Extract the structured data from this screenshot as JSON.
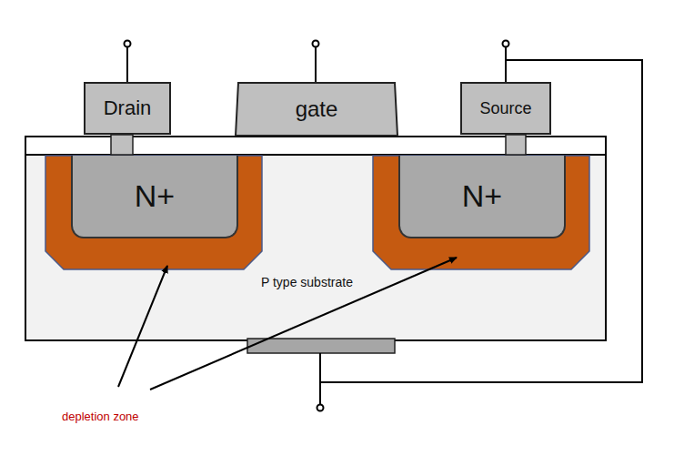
{
  "diagram": {
    "nodes": [
      {
        "text": [
          "Drain"
        ]
      },
      {
        "text": [
          "gate"
        ]
      },
      {
        "text": [
          "Source"
        ]
      },
      {
        "text": [
          "P type substrate"
        ]
      },
      {
        "text": [
          "N+"
        ],
        "in": 3
      },
      {
        "text": [
          "N+"
        ],
        "in": 3
      }
    ],
    "edges": [
      {
        "from": 2,
        "to": 3,
        "arrow": "none"
      }
    ],
    "labels": [
      "depletion zone"
    ]
  }
}
